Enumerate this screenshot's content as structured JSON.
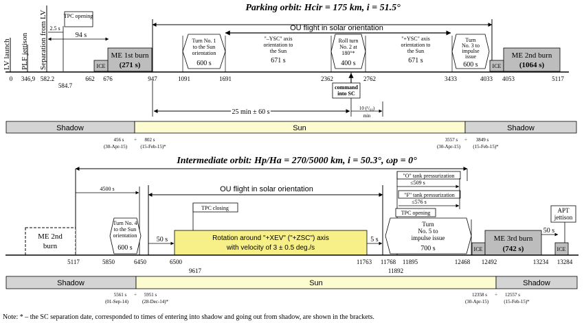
{
  "parking": {
    "title": "Parking orbit: Hcir = 175 km, i = 51.5°",
    "ou_flight": "OU flight in solar orientation",
    "tpc_opening": "TPC opening",
    "dur_94": "94 s",
    "dur_2_5": "2.5 s",
    "lv_launch": "LV launch",
    "plf_jettison": "PLF jettison",
    "separation": "Separation from LV",
    "ice": "ICE",
    "me1_burn": "ME 1st burn",
    "me1_dur": "(271 s)",
    "turn1": [
      "Turn No. 1",
      "to the Sun",
      "orientation"
    ],
    "turn1_dur": "600 s",
    "neg_axis": [
      "\"–YSC\" axis",
      "orientation to",
      "the Sun"
    ],
    "neg_axis_dur": "671 s",
    "roll": [
      "Roll turn",
      "No. 2 at",
      "180°*"
    ],
    "roll_dur": "400 s",
    "pos_axis": [
      "\"+YSC\" axis",
      "orientation to",
      "the Sun"
    ],
    "pos_axis_dur": "671 s",
    "turn3": [
      "Turn",
      "No. 3 to",
      "impulse",
      "issue"
    ],
    "turn3_dur": "600 s",
    "me2_burn": "ME 2nd burn",
    "me2_dur": "(1064 s)",
    "command": [
      "command",
      "into SC"
    ],
    "min25": "25 min ± 60 s",
    "min10": [
      "10 (¹/₆₀)",
      "min"
    ],
    "ticks": [
      "0",
      "346,9",
      "582.2",
      "584.7",
      "662",
      "676",
      "947",
      "1091",
      "1691",
      "2362",
      "2762",
      "3433",
      "4033",
      "4053",
      "5117"
    ],
    "shadow_left": "Shadow",
    "sun": "Sun",
    "shadow_right": "Shadow",
    "shadow_times_left": [
      "456 s",
      "÷",
      "802 s"
    ],
    "shadow_dates_left": [
      "(30-Apr-15)",
      "(15-Feb-15)*"
    ],
    "shadow_times_right": [
      "3557 s",
      "÷",
      "3849 s"
    ],
    "shadow_dates_right": [
      "(30-Apr-15)",
      "(15-Feb-15)*"
    ]
  },
  "intermediate": {
    "title": "Intermediate orbit: Hp/Ha = 270/5000 km, i = 50.3°, ωp = 0°",
    "ou_flight": "OU flight in solar orientation",
    "dur_4500": "4500 s",
    "tpc_closing": "TPC closing",
    "me2_burn": [
      "ME 2nd",
      "burn"
    ],
    "turn4": [
      "Turn No. 4",
      "to the Sun",
      "orientation"
    ],
    "turn4_dur": "600 s",
    "dur_50": "50 s",
    "rotation": [
      "Rotation around \"+XEV\" (\"+ZSC\") axis",
      "with velocity of 3 ± 0.5 deg./s"
    ],
    "dur_5": "5 s",
    "o_tank": "\"O\" tank pressurization",
    "o_tank_dur": "≤509 s",
    "f_tank": "\"F\" tank pressurization",
    "f_tank_dur": "≤576 s",
    "tpc_opening": "TPC opening",
    "turn5": [
      "Turn",
      "No. 5 to",
      "impulse issue"
    ],
    "turn5_dur": "700 s",
    "ice": "ICE",
    "me3_burn": "ME 3rd burn",
    "me3_dur": "(742 s)",
    "dur_50b": "50 s",
    "apt": [
      "APT",
      "jettison"
    ],
    "ticks": [
      "5117",
      "5850",
      "6450",
      "6500",
      "9617",
      "11763",
      "11768",
      "11892",
      "11895",
      "12468",
      "12492",
      "13234",
      "13284"
    ],
    "shadow_left": "Shadow",
    "sun": "Sun",
    "shadow_right": "Shadow",
    "shadow_times_left": [
      "5561 s",
      "÷",
      "5951 s"
    ],
    "shadow_dates_left": [
      "(01-Sep-14)",
      "(28-Dec-14)*"
    ],
    "shadow_times_right": [
      "12358 s",
      "÷",
      "12557 s"
    ],
    "shadow_dates_right": [
      "(30-Apr-15)",
      "(15-Feb-15)*"
    ]
  },
  "note": "Note: * – the SC separation date, corresponded to times of entering into shadow and going out from shadow, are shown in the brackets.",
  "colors": {
    "shadow": "#d4d4d4",
    "sun": "#fdfbd0",
    "rotation": "#f7ef87",
    "ice": "#bdbdbd",
    "me": "#bdbdbd"
  }
}
